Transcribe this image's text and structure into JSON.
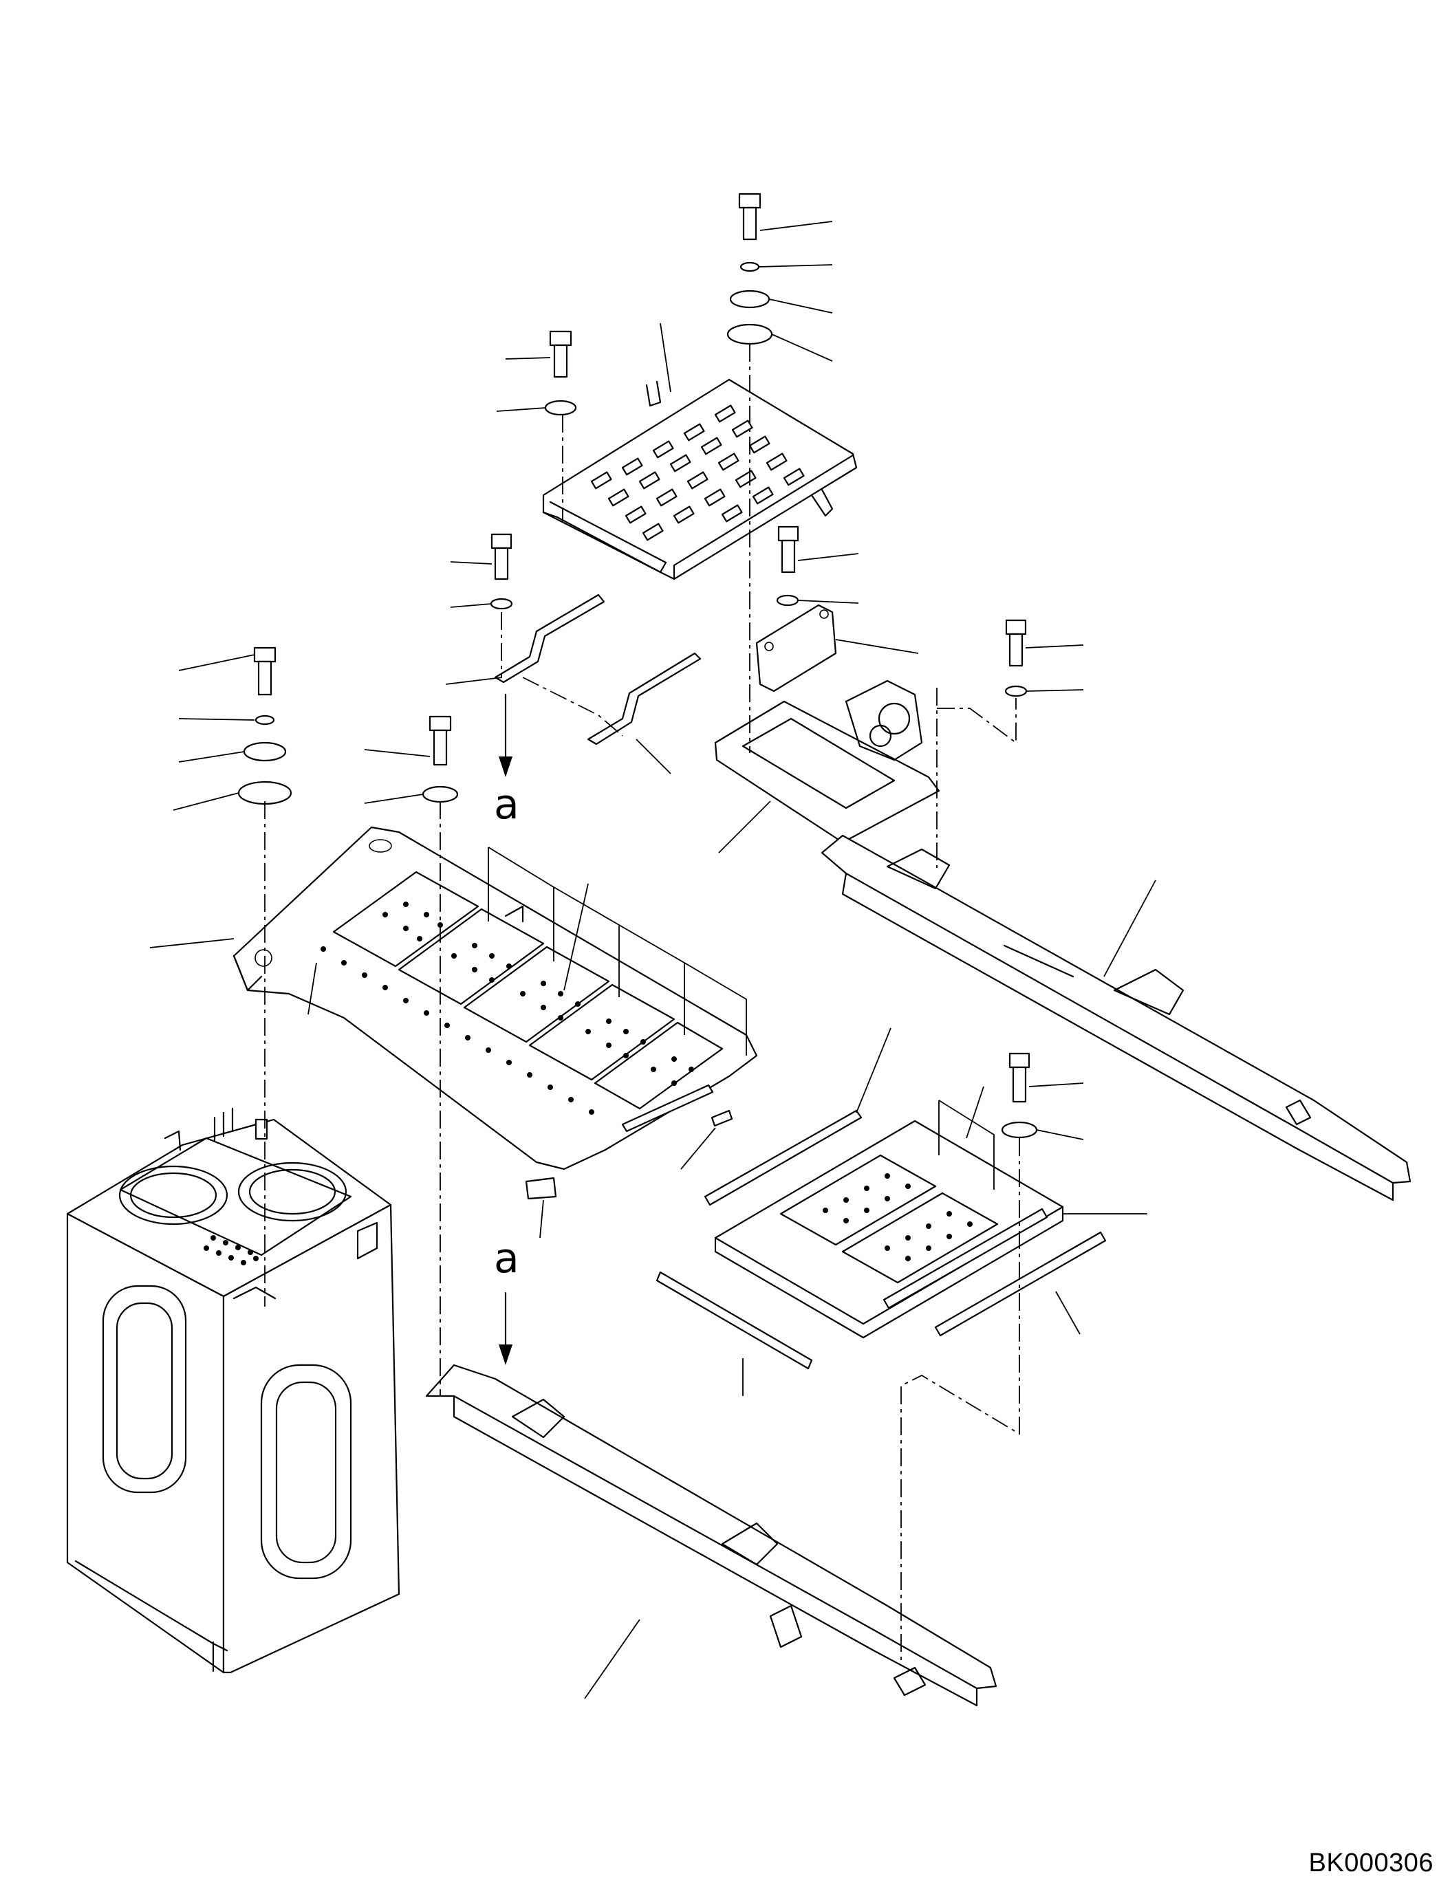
{
  "diagram": {
    "drawing_code": "BK000306",
    "reference_marks": [
      "a",
      "a"
    ],
    "line_color": "#000000",
    "background_color": "#ffffff"
  }
}
